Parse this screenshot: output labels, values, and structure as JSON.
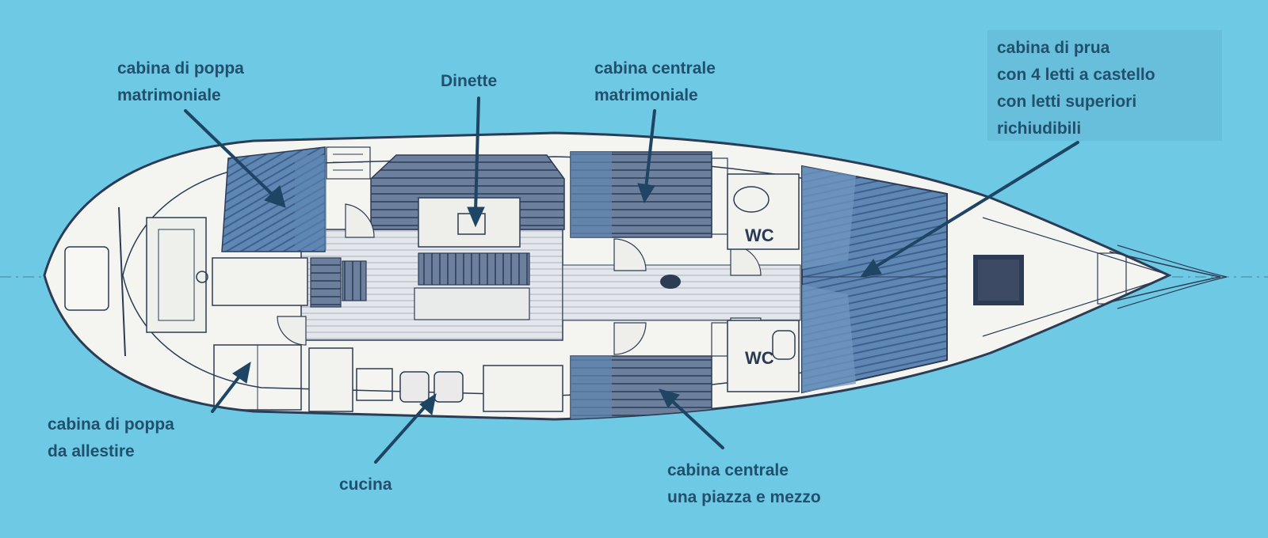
{
  "labels": {
    "aft_cabin_double": [
      "cabina di poppa",
      "matrimoniale"
    ],
    "dinette": "Dinette",
    "central_cabin_double": [
      "cabina centrale",
      "matrimoniale"
    ],
    "bow_cabin": [
      "cabina di prua",
      "con 4 letti a castello",
      "con letti superiori",
      "richiudibili"
    ],
    "wc_top": "WC",
    "wc_bottom": "WC",
    "aft_cabin_unfinished": [
      "cabina di poppa",
      "da allestire"
    ],
    "galley": "cucina",
    "central_cabin_single": [
      "cabina centrale",
      "una piazza e mezzo"
    ]
  },
  "colors": {
    "sea": "#6ec9e4",
    "hull": "#f4f5f1",
    "cabin_fill": "#5f87b4",
    "cabin_dark": "#3f5f8e",
    "text": "#21506e",
    "arrow": "#1e4564"
  }
}
